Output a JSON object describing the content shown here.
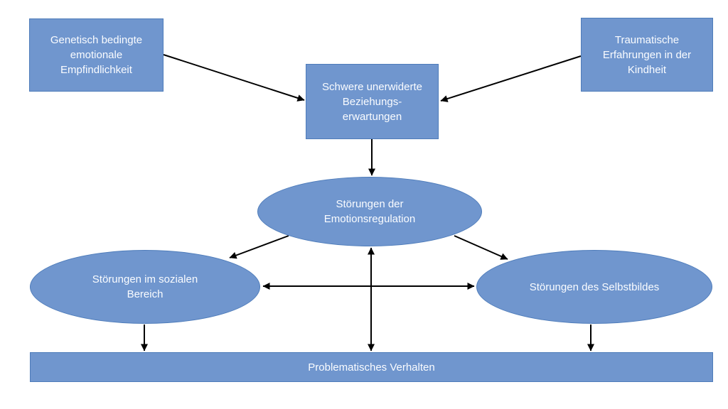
{
  "colors": {
    "shape_fill": "#7096CE",
    "shape_border": "#4E7CBA",
    "shape_text": "#FAFCFF",
    "arrow": "#000000",
    "background": "#FFFFFF"
  },
  "diagram": {
    "nodes": [
      {
        "id": "genetic",
        "shape": "rectangle",
        "label": "Genetisch bedingte emotionale Empfindlichkeit"
      },
      {
        "id": "trauma",
        "shape": "rectangle",
        "label": "Traumatische Erfahrungen in der Kindheit"
      },
      {
        "id": "expectations",
        "shape": "rectangle",
        "label": "Schwere unerwiderte Beziehungs-erwartungen"
      },
      {
        "id": "emotionsregulation",
        "shape": "ellipse",
        "label": "Störungen der Emotionsregulation"
      },
      {
        "id": "sozial",
        "shape": "ellipse",
        "label": "Störungen im sozialen Bereich"
      },
      {
        "id": "selbstbild",
        "shape": "ellipse",
        "label": "Störungen des Selbstbildes"
      },
      {
        "id": "verhalten",
        "shape": "bar",
        "label": "Problematisches Verhalten"
      }
    ],
    "edges": [
      {
        "from": "genetic",
        "to": "expectations",
        "bidirectional": false
      },
      {
        "from": "trauma",
        "to": "expectations",
        "bidirectional": false
      },
      {
        "from": "expectations",
        "to": "emotionsregulation",
        "bidirectional": false
      },
      {
        "from": "emotionsregulation",
        "to": "sozial",
        "bidirectional": false
      },
      {
        "from": "emotionsregulation",
        "to": "selbstbild",
        "bidirectional": false
      },
      {
        "from": "sozial",
        "to": "selbstbild",
        "bidirectional": true
      },
      {
        "from": "emotionsregulation",
        "to": "verhalten",
        "bidirectional": true
      },
      {
        "from": "sozial",
        "to": "verhalten",
        "bidirectional": false
      },
      {
        "from": "selbstbild",
        "to": "verhalten",
        "bidirectional": false
      }
    ]
  }
}
